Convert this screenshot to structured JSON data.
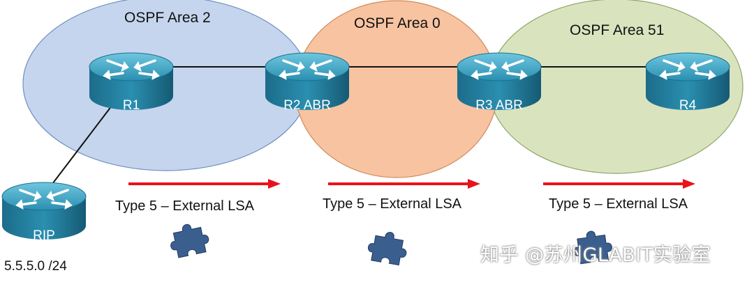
{
  "areas": [
    {
      "id": "area2",
      "label": "OSPF Area 2",
      "fill": "#c5d5ee"
    },
    {
      "id": "area0",
      "label": "OSPF Area 0",
      "fill": "#f7c3a0"
    },
    {
      "id": "area51",
      "label": "OSPF Area 51",
      "fill": "#d9e4bf"
    }
  ],
  "routers": [
    {
      "id": "r1",
      "label": "R1"
    },
    {
      "id": "r2",
      "label": "R2 ABR"
    },
    {
      "id": "r3",
      "label": "R3 ABR"
    },
    {
      "id": "r4",
      "label": "R4"
    },
    {
      "id": "rip",
      "label": "RIP"
    }
  ],
  "router_color": "#2a8fb0",
  "link_color": "#111111",
  "lsa_flows": [
    {
      "label": "Type 5 – External LSA"
    },
    {
      "label": "Type 5 – External LSA"
    },
    {
      "label": "Type 5 – External LSA"
    }
  ],
  "arrow_color": "#e8141b",
  "puzzle_color": "#3a5f8f",
  "network": "5.5.5.0 /24",
  "watermark": "知乎 @苏州GLABIT实验室"
}
